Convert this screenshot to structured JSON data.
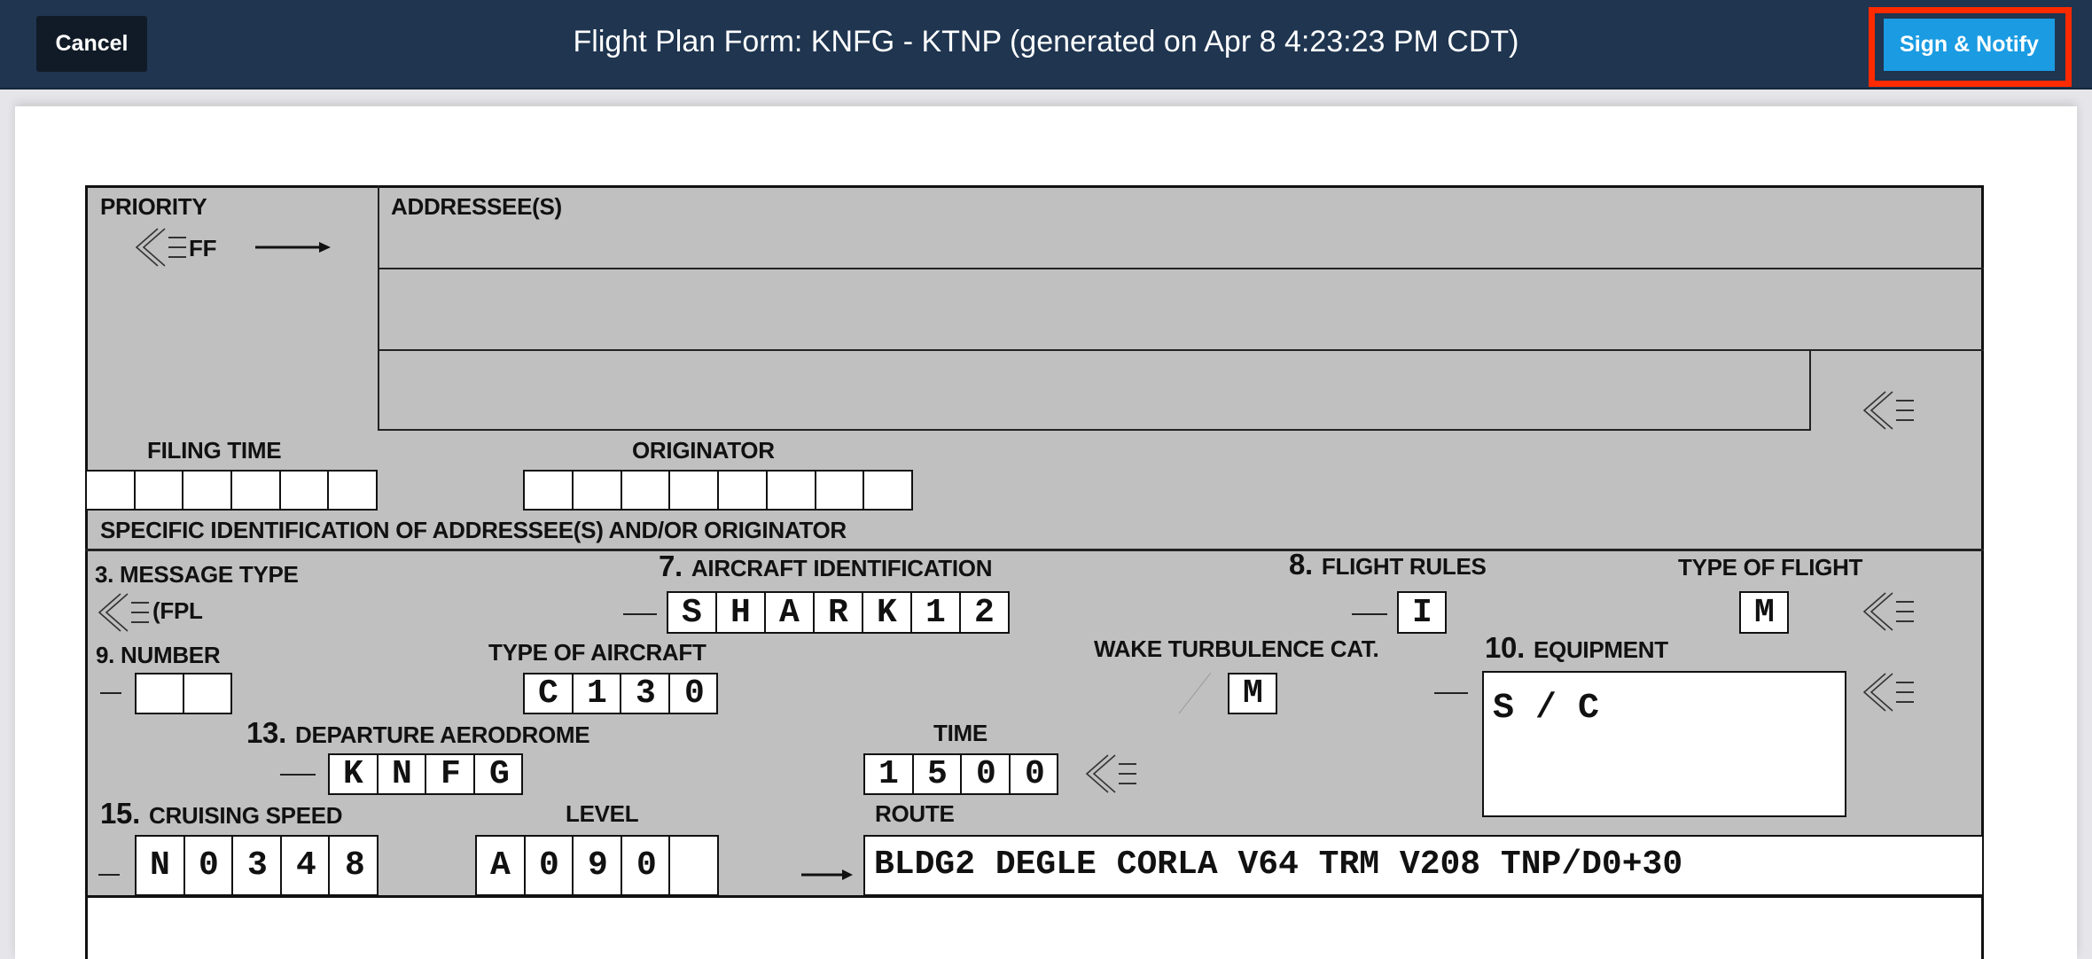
{
  "header": {
    "cancel_label": "Cancel",
    "title": "Flight Plan Form: KNFG - KTNP (generated on Apr 8 4:23:23 PM CDT)",
    "sign_label": "Sign & Notify",
    "highlight_color": "#ff2a00",
    "sign_color": "#1a9be2"
  },
  "labels": {
    "priority": "PRIORITY",
    "addressees": "ADDRESSEE(S)",
    "filing_time": "FILING TIME",
    "originator": "ORIGINATOR",
    "specific_id": "SPECIFIC IDENTIFICATION OF ADDRESSEE(S) AND/OR ORIGINATOR",
    "message_type": "3. MESSAGE TYPE",
    "aircraft_id_num": "7.",
    "aircraft_id": "AIRCRAFT IDENTIFICATION",
    "flight_rules_num": "8.",
    "flight_rules": "FLIGHT RULES",
    "type_of_flight": "TYPE OF FLIGHT",
    "number": "9. NUMBER",
    "type_of_aircraft": "TYPE OF AIRCRAFT",
    "wake": "WAKE TURBULENCE CAT.",
    "equipment_num": "10.",
    "equipment": "EQUIPMENT",
    "departure_num": "13.",
    "departure": "DEPARTURE AERODROME",
    "time": "TIME",
    "speed_num": "15.",
    "speed": "CRUISING SPEED",
    "level": "LEVEL",
    "route": "ROUTE"
  },
  "fields": {
    "priority": "FF",
    "message_type": "(FPL",
    "filing_time": "",
    "originator": "",
    "aircraft_id": "SHARK12",
    "flight_rules": "I",
    "type_of_flight": "M",
    "number": "",
    "type_of_aircraft": "C130",
    "wake": "M",
    "equipment": "S / C",
    "departure": "KNFG",
    "time": "1500",
    "speed": "N0348",
    "level": "A090",
    "route": "BLDG2 DEGLE CORLA V64 TRM V208 TNP/D0+30"
  }
}
